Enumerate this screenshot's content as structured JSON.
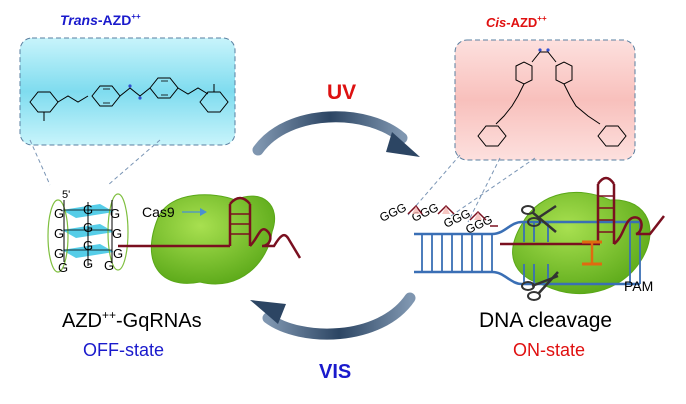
{
  "left_box": {
    "prefix": "Trans",
    "suffix": "-AZD",
    "charge": "++"
  },
  "right_box": {
    "prefix": "Cis",
    "suffix": "-AZD",
    "charge": "++"
  },
  "uv_label": "UV",
  "vis_label": "VIS",
  "cas9_label": "Cas9",
  "pam_label": "PAM",
  "five_prime": "5'",
  "g_letter": "G",
  "ggg_label": "GGG",
  "left_caption": {
    "part1": "AZD",
    "sup": "++",
    "part2": "-GqRNAs",
    "state": "OFF-state"
  },
  "right_caption": {
    "title": "DNA cleavage",
    "state": "ON-state"
  },
  "colors": {
    "trans_title": "#1a1acc",
    "cis_title": "#e01010",
    "uv": "#dd1111",
    "vis": "#1a1acc",
    "off_state": "#1a1acc",
    "on_state": "#e01010",
    "cas9_green": "#77c520",
    "rna": "#7a1020",
    "dna": "#3a6fb5",
    "arrow": "#2f4a6a"
  }
}
